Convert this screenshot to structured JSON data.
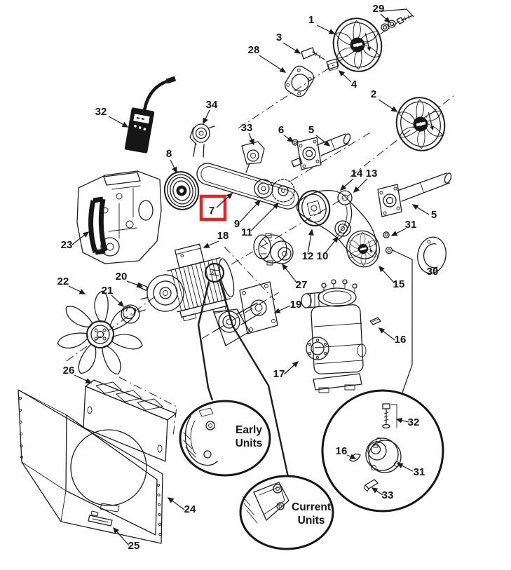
{
  "figure": {
    "type": "exploded-parts-diagram",
    "background": "#ffffff",
    "line_color": "#1c1c1c"
  },
  "highlight": {
    "num": "7",
    "color": "#e32327"
  },
  "nums": {
    "1": "1",
    "2": "2",
    "3": "3",
    "4": "4",
    "5": "5",
    "6": "6",
    "8": "8",
    "9": "9",
    "10": "10",
    "11": "11",
    "12": "12",
    "13": "13",
    "14": "14",
    "15": "15",
    "16": "16",
    "17": "17",
    "18": "18",
    "19": "19",
    "20": "20",
    "21": "21",
    "22": "22",
    "23": "23",
    "24": "24",
    "25": "25",
    "26": "26",
    "27": "27",
    "28": "28",
    "29": "29",
    "30": "30",
    "31": "31",
    "32": "32",
    "33": "33",
    "34": "34"
  },
  "detail_labels": {
    "early": {
      "line1": "Early",
      "line2": "Units"
    },
    "current": {
      "line1": "Current",
      "line2": "Units"
    }
  }
}
